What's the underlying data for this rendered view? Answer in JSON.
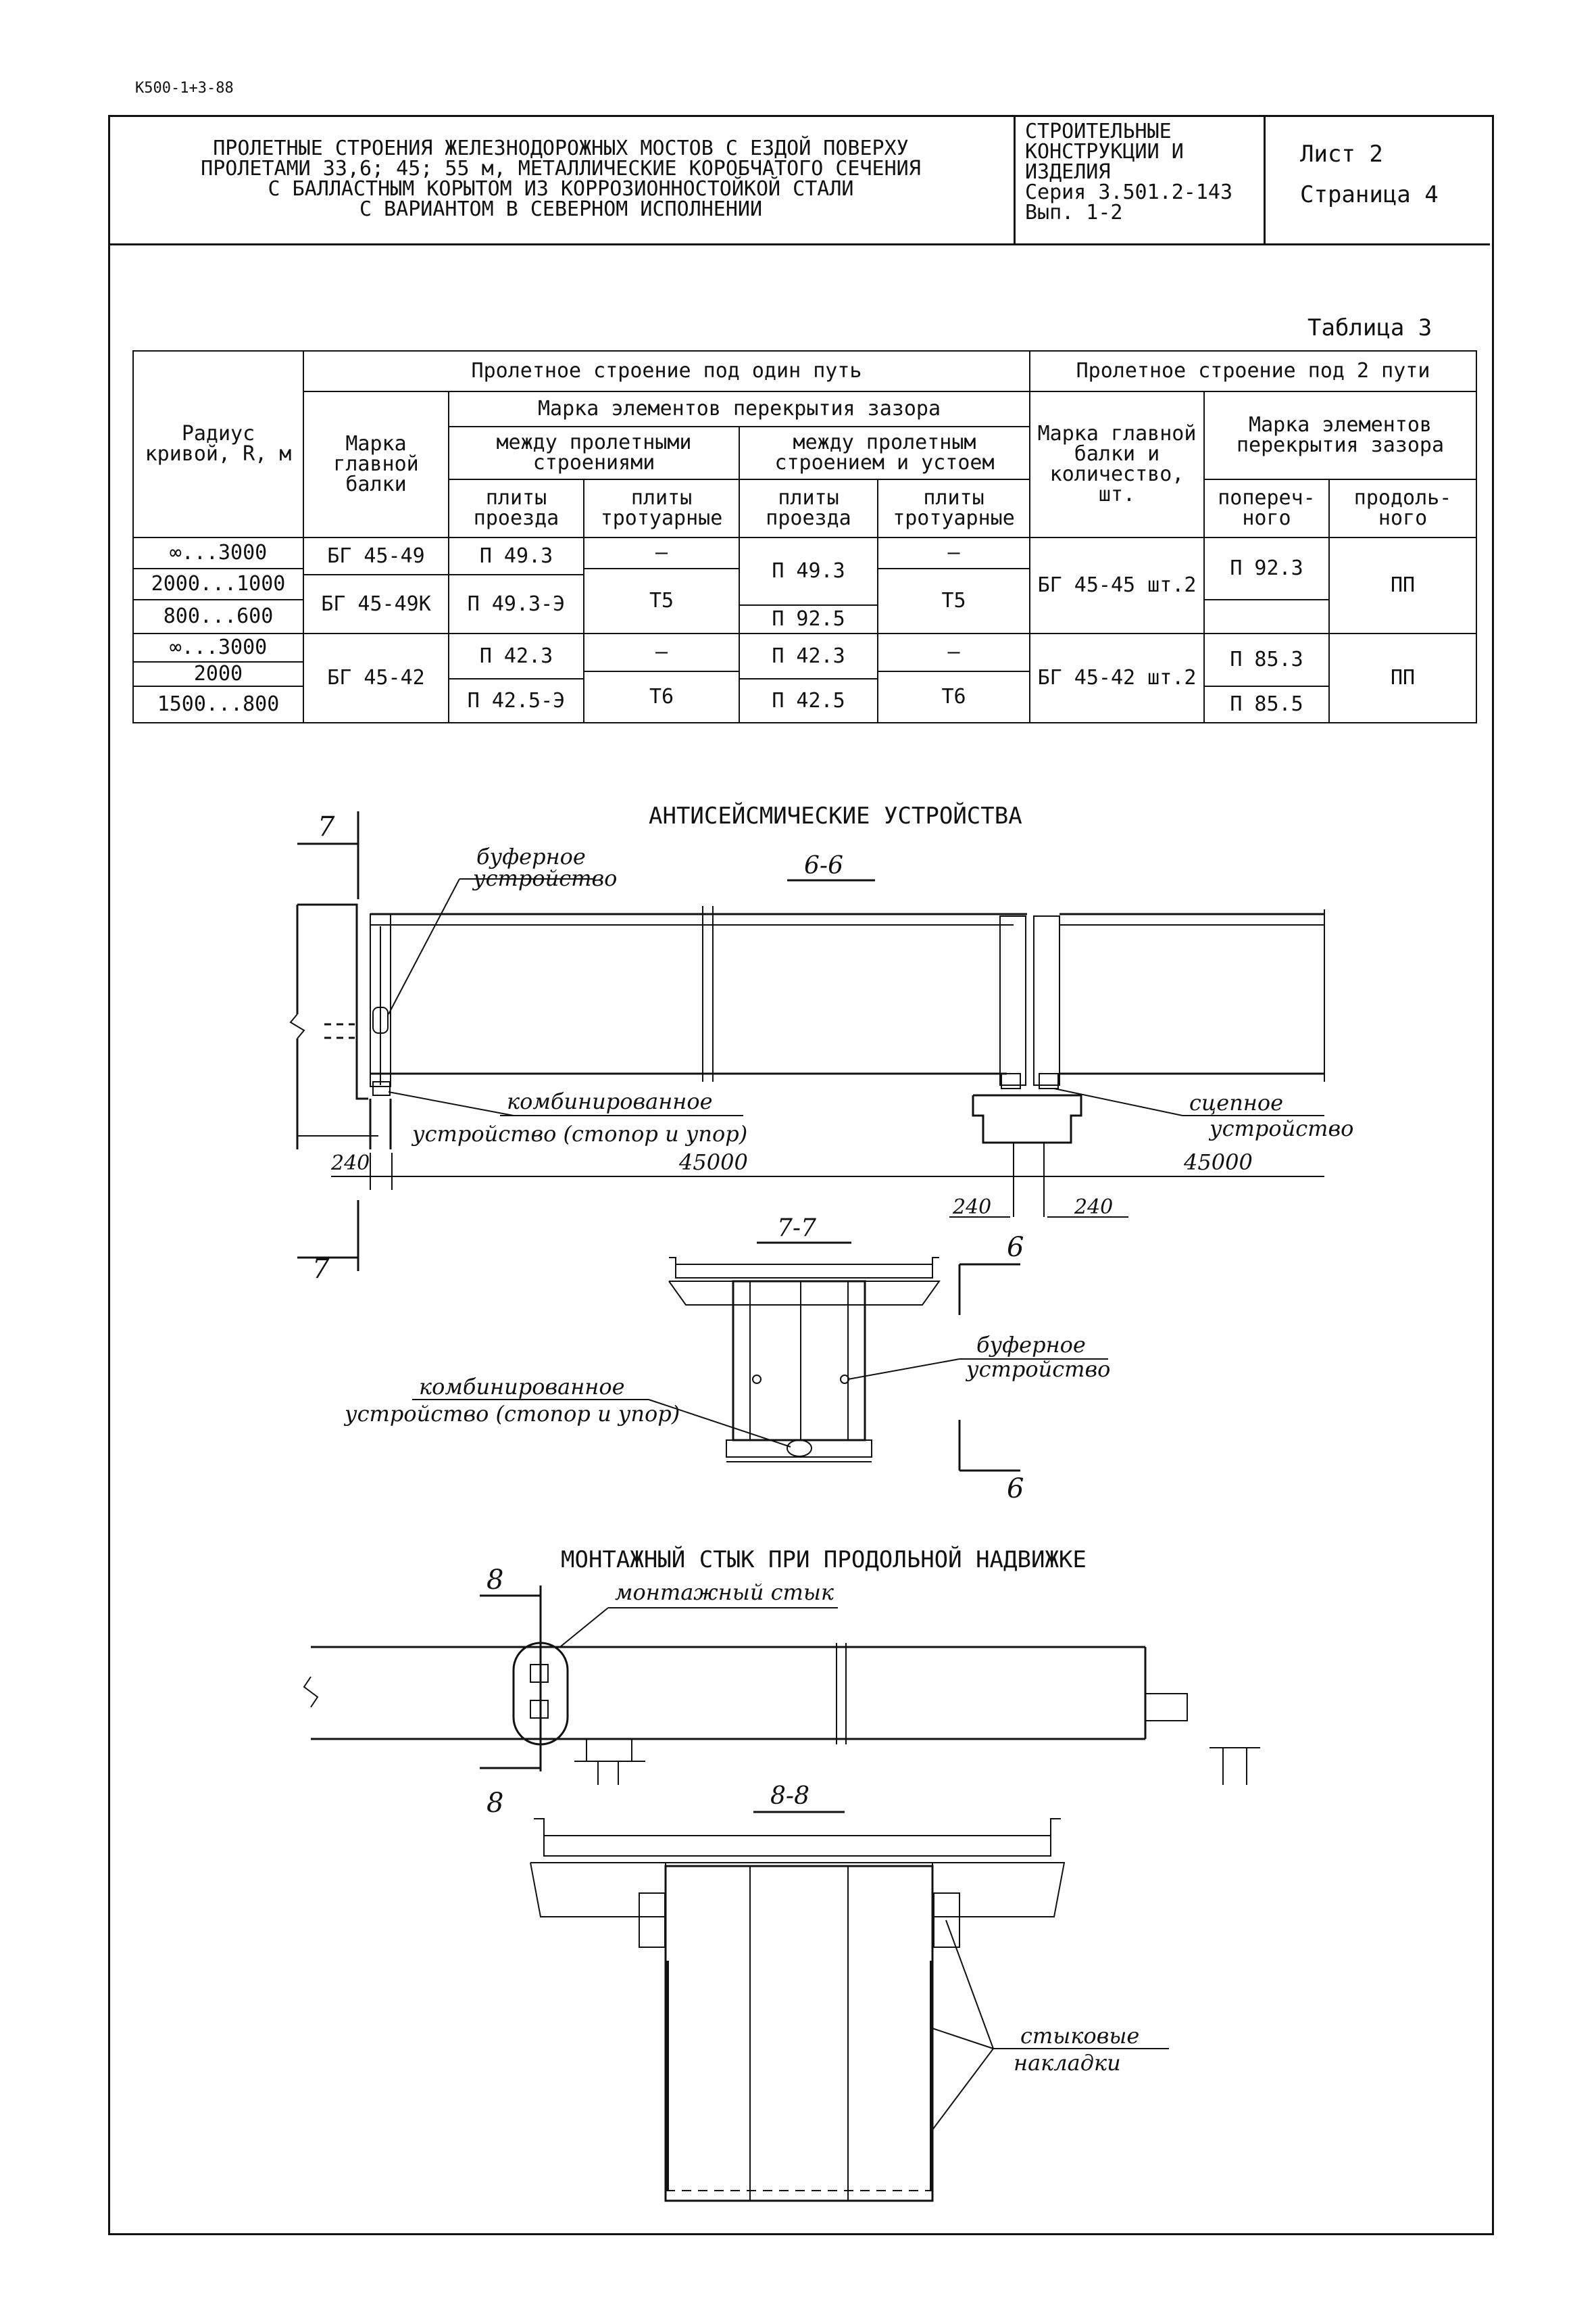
{
  "stamp": "К500-1+3-88",
  "header": {
    "title_lines": [
      "ПРОЛЕТНЫЕ СТРОЕНИЯ ЖЕЛЕЗНОДОРОЖНЫХ МОСТОВ С ЕЗДОЙ ПОВЕРХУ",
      "ПРОЛЕТАМИ 33,6; 45; 55 м, МЕТАЛЛИЧЕСКИЕ КОРОБЧАТОГО СЕЧЕНИЯ",
      "С БАЛЛАСТНЫМ КОРЫТОМ ИЗ КОРРОЗИОННОСТОЙКОЙ СТАЛИ",
      "С ВАРИАНТОМ В СЕВЕРНОМ ИСПОЛНЕНИИ"
    ],
    "series_lines": [
      "СТРОИТЕЛЬНЫЕ",
      "КОНСТРУКЦИИ И",
      "ИЗДЕЛИЯ",
      "Серия 3.501.2-143",
      "Вып. 1-2"
    ],
    "sheet": "Лист 2",
    "page": "Страница 4"
  },
  "table": {
    "caption": "Таблица 3",
    "h": {
      "radius": "Радиус кривой, R, м",
      "one_track": "Пролетное строение под один путь",
      "two_track": "Пролетное строение под 2 пути",
      "main_beam": "Марка главной балки",
      "gap_elements": "Марка элементов перекрытия зазора",
      "between_spans": "между пролетными строениями",
      "span_abutment": "между пролетным строением и устоем",
      "slab_road": "плиты проезда",
      "slab_walk": "плиты тротуарные",
      "slab_road2": "плиты проезда",
      "slab_walk2": "плиты тротуарные",
      "main_beam_qty": "Марка главной балки и количество, шт.",
      "gap_elements2": "Марка элементов перекрытия зазора",
      "transverse": "попереч-ного",
      "longitudinal": "продоль-ного"
    },
    "r": {
      "rad1": "∞...3000",
      "rad2": "2000...1000",
      "rad3": "800...600",
      "rad4": "∞...3000",
      "rad5": "2000",
      "rad6": "1500...800",
      "bg4549": "БГ 45-49",
      "bg4549k": "БГ 45-49К",
      "bg4542": "БГ 45-42",
      "p493": "П 49.3",
      "p493e": "П 49.3-Э",
      "p423": "П 42.3",
      "p425e": "П 42.5-Э",
      "dash1": "–",
      "dash2": "–",
      "dash3": "–",
      "dash4": "–",
      "t5a": "Т5",
      "t5b": "Т5",
      "t6a": "Т6",
      "t6b": "Т6",
      "p493b": "П 49.3",
      "p423b": "П 42.3",
      "p425": "П 42.5",
      "bg4545": "БГ 45-45 шт.2",
      "bg4542b": "БГ 45-42 шт.2",
      "p923": "П 92.3",
      "p925": "П 92.5",
      "p853": "П 85.3",
      "p855": "П 85.5",
      "pp1": "ПП",
      "pp2": "ПП"
    }
  },
  "drawing": {
    "title1": "АНТИСЕЙСМИЧЕСКИЕ УСТРОЙСТВА",
    "sec66": "6-6",
    "buffer1": "буферное",
    "buffer2": "устройство",
    "comb1": "комбинированное",
    "comb2": "устройство (стопор и упор)",
    "coupling1": "сцепное",
    "coupling2": "устройство",
    "d240a": "240",
    "d45000a": "45000",
    "d240b": "240",
    "d240c": "240",
    "d45000b": "45000",
    "cut7a": "7",
    "cut7b": "7",
    "sec77": "7-7",
    "cut6a": "6",
    "cut6b": "6",
    "buffer1b": "буферное",
    "buffer2b": "устройство",
    "comb1b": "комбинированное",
    "comb2b": "устройство (стопор и упор)",
    "title2": "МОНТАЖНЫЙ СТЫК ПРИ ПРОДОЛЬНОЙ НАДВИЖКЕ",
    "cut8a": "8",
    "cut8b": "8",
    "joint": "монтажный стык",
    "sec88": "8-8",
    "splice1": "стыковые",
    "splice2": "накладки"
  }
}
